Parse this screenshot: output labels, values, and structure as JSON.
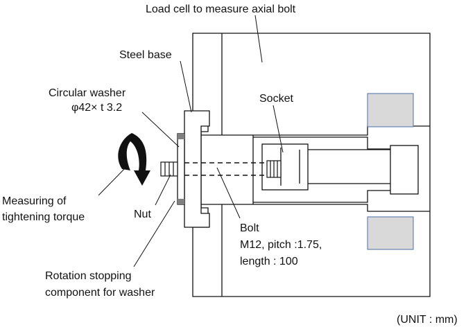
{
  "labels": {
    "load_cell": "Load cell to measure axial bolt",
    "steel_base": "Steel base",
    "circular_washer": "Circular washer",
    "washer_dims": "φ42× t 3.2",
    "socket": "Socket",
    "measuring_line1": "Measuring of",
    "measuring_line2": "tightening torque",
    "nut": "Nut",
    "bolt": "Bolt",
    "bolt_spec1": "M12, pitch :1.75,",
    "bolt_spec2": "length : 100",
    "rotation_line1": "Rotation stopping",
    "rotation_line2": "component for washer",
    "unit": "(UNIT : mm)"
  },
  "colors": {
    "line": "#111111",
    "shaded_block": "#d9d9d9",
    "shaded_block_border": "#4a6fa5",
    "washer_fill": "#808080"
  },
  "icons": {
    "torque": "curved-arrow-icon"
  }
}
